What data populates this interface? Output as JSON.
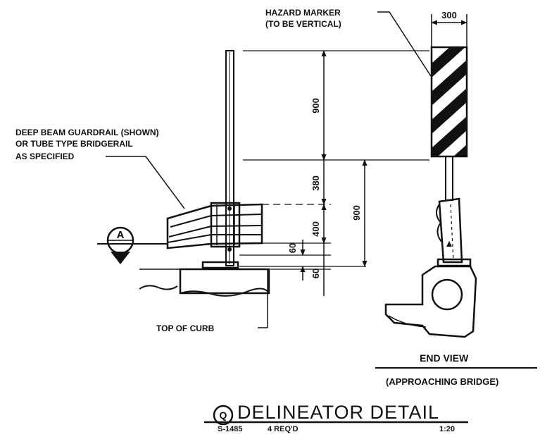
{
  "labels": {
    "hazard_marker_1": "HAZARD MARKER",
    "hazard_marker_2": "(TO BE VERTICAL)",
    "guardrail_1": "DEEP BEAM GUARDRAIL (SHOWN)",
    "guardrail_2": "OR TUBE TYPE BRIDGERAIL",
    "guardrail_3": "AS SPECIFIED",
    "top_of_curb": "TOP OF CURB",
    "end_view": "END VIEW",
    "approaching_bridge": "(APPROACHING BRIDGE)",
    "section_marker": "A"
  },
  "dimensions": {
    "width_300": "300",
    "d_900_upper": "900",
    "d_380": "380",
    "d_400": "400",
    "d_60_a": "60",
    "d_60_b": "60",
    "d_900_right": "900"
  },
  "title_block": {
    "detail_letter": "Q",
    "title": "DELINEATOR DETAIL",
    "sheet_ref": "S-1485",
    "required": "4 REQ'D",
    "scale": "1:20"
  }
}
